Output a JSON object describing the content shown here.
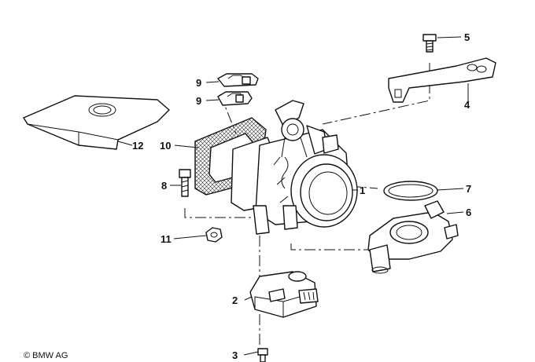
{
  "diagram": {
    "copyright": "© BMW AG",
    "callouts": {
      "c1": "1",
      "c2": "2",
      "c3": "3",
      "c4": "4",
      "c5": "5",
      "c6": "6",
      "c7": "7",
      "c8": "8",
      "c9a": "9",
      "c9b": "9",
      "c10": "10",
      "c11": "11",
      "c12": "12"
    }
  }
}
